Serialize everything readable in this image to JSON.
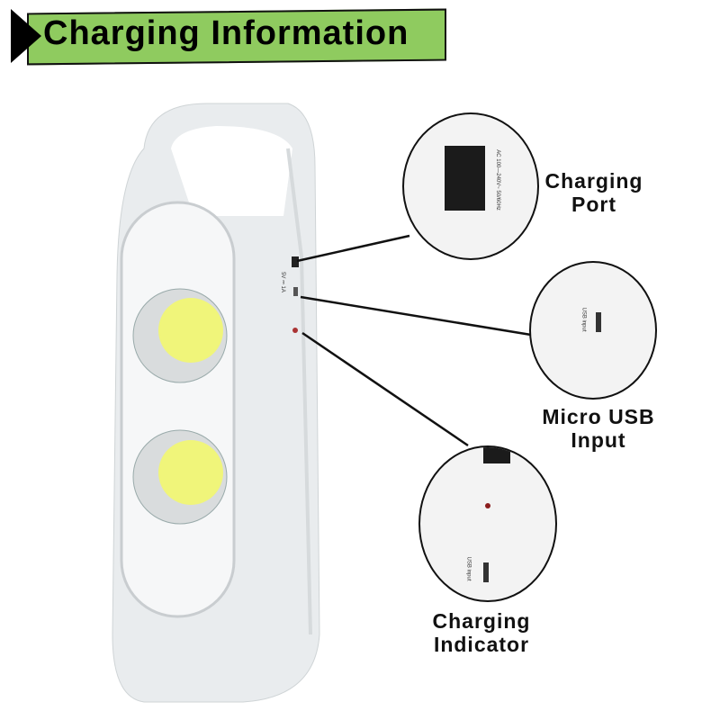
{
  "banner": {
    "title": "Charging Information",
    "background": "#8fcb5f"
  },
  "lantern": {
    "port_marking": "5V ⎓ 1A"
  },
  "callouts": [
    {
      "label_line1": "Charging",
      "label_line2": "Port",
      "marking": "AC 100—240V~ 50/60Hz"
    },
    {
      "label_line1": "Micro USB",
      "label_line2": "Input",
      "marking": "USB input"
    },
    {
      "label_line1": "Charging",
      "label_line2": "Indicator",
      "marking": "USB input"
    }
  ]
}
